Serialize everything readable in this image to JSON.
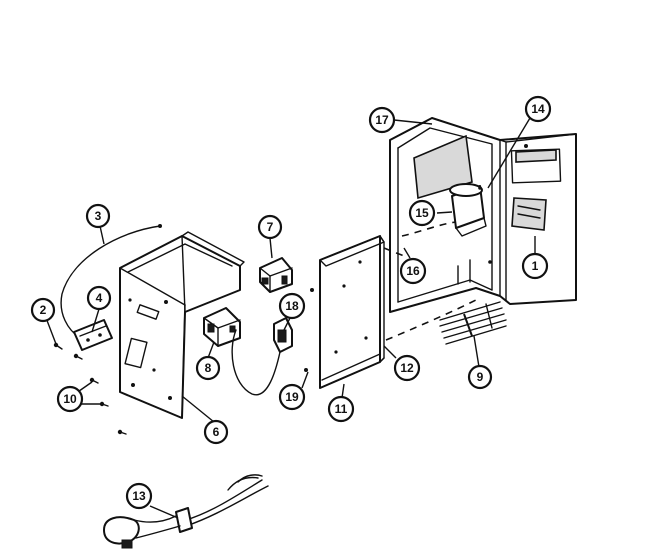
{
  "callouts": [
    {
      "label": "1"
    },
    {
      "label": "2"
    },
    {
      "label": "3"
    },
    {
      "label": "4"
    },
    {
      "label": "6"
    },
    {
      "label": "7"
    },
    {
      "label": "8"
    },
    {
      "label": "9"
    },
    {
      "label": "10"
    },
    {
      "label": "11"
    },
    {
      "label": "12"
    },
    {
      "label": "13"
    },
    {
      "label": "14"
    },
    {
      "label": "15"
    },
    {
      "label": "16"
    },
    {
      "label": "17"
    },
    {
      "label": "18"
    },
    {
      "label": "19"
    }
  ]
}
